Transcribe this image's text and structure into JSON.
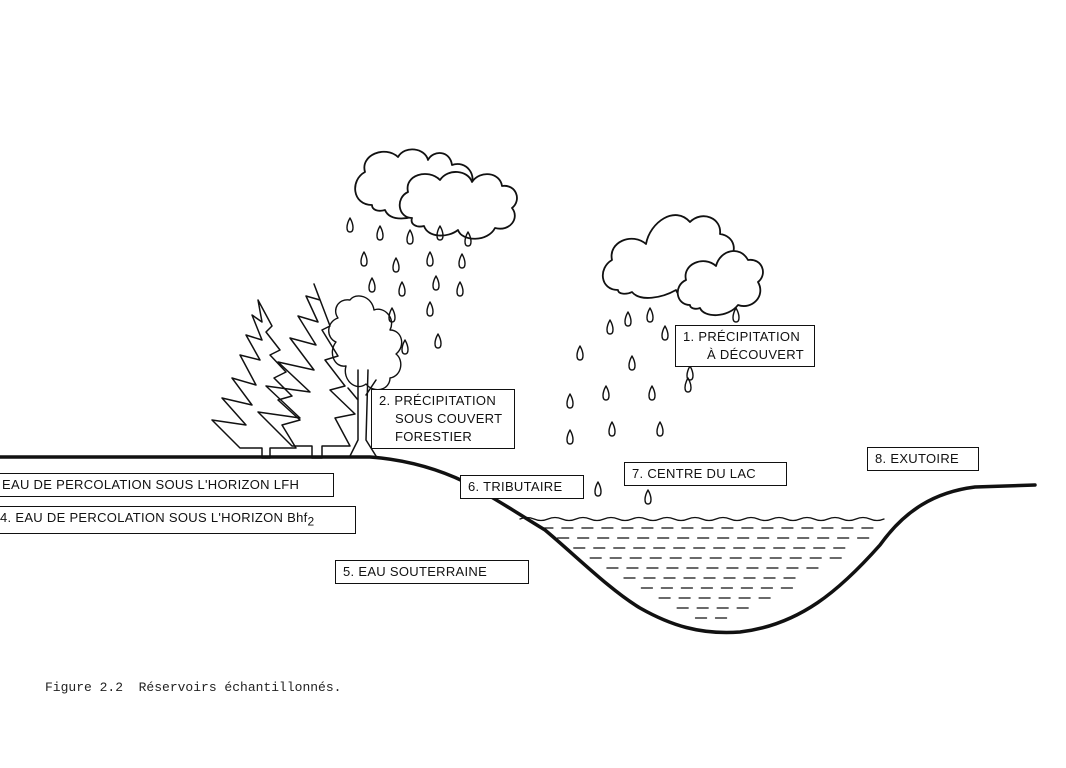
{
  "figure": {
    "caption": "Figure 2.2  Réservoirs échantillonnés."
  },
  "labels": {
    "l1_line1": "1. PRÉCIPITATION",
    "l1_line2": "À DÉCOUVERT",
    "l2_line1": "2. PRÉCIPITATION",
    "l2_line2": "SOUS COUVERT",
    "l2_line3": "FORESTIER",
    "l3": "EAU DE PERCOLATION SOUS L'HORIZON LFH",
    "l4_main": "4. EAU DE PERCOLATION SOUS L'HORIZON Bhf",
    "l4_sub": "2",
    "l5": "5. EAU SOUTERRAINE",
    "l6": "6. TRIBUTAIRE",
    "l7": "7. CENTRE DU LAC",
    "l8": "8. EXUTOIRE"
  },
  "icons": [
    "cloud-icon",
    "raindrop-icon",
    "conifer-tree-icon",
    "deciduous-tree-icon",
    "lake-water-icon"
  ]
}
